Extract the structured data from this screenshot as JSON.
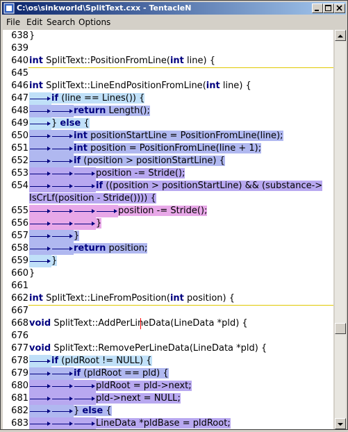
{
  "window": {
    "title": "C:\\os\\sinkworld\\SplitText.cxx - TentacleN"
  },
  "menu": {
    "file": "File",
    "edit": "Edit",
    "search": "Search",
    "options": "Options"
  },
  "editor": {
    "lines": [
      {
        "n": "638",
        "t": "}"
      },
      {
        "n": "639",
        "t": ""
      },
      {
        "n": "640",
        "t": "int SplitText::PositionFromLine(int line) {"
      },
      {
        "n": "645",
        "t": ""
      },
      {
        "n": "646",
        "t": "int SplitText::LineEndPositionFromLine(int line) {"
      },
      {
        "n": "647",
        "t": "if (line == Lines()) {"
      },
      {
        "n": "648",
        "t": "return Length();"
      },
      {
        "n": "649",
        "t": "} else {"
      },
      {
        "n": "650",
        "t": "int positionStartLine = PositionFromLine(line);"
      },
      {
        "n": "651",
        "t": "int position = PositionFromLine(line + 1);"
      },
      {
        "n": "652",
        "t": "if (position > positionStartLine) {"
      },
      {
        "n": "653",
        "t": "position -= Stride();"
      },
      {
        "n": "654",
        "t": "if ((position > positionStartLine) && (substance->"
      },
      {
        "n": "",
        "t": "IsCrLf(position - Stride()))) {"
      },
      {
        "n": "655",
        "t": "position -= Stride();"
      },
      {
        "n": "656",
        "t": "}"
      },
      {
        "n": "657",
        "t": "}"
      },
      {
        "n": "658",
        "t": "return position;"
      },
      {
        "n": "659",
        "t": "}"
      },
      {
        "n": "660",
        "t": "}"
      },
      {
        "n": "661",
        "t": ""
      },
      {
        "n": "662",
        "t": "int SplitText::LineFromPosition(int position) {"
      },
      {
        "n": "667",
        "t": ""
      },
      {
        "n": "668",
        "t": "void SplitText::AddPerLineData(LineData *pld) {"
      },
      {
        "n": "676",
        "t": ""
      },
      {
        "n": "677",
        "t": "void SplitText::RemovePerLineData(LineData *pld) {"
      },
      {
        "n": "678",
        "t": "if (pldRoot != NULL) {"
      },
      {
        "n": "679",
        "t": "if (pldRoot == pld) {"
      },
      {
        "n": "680",
        "t": "pldRoot = pld->next;"
      },
      {
        "n": "681",
        "t": "pld->next = NULL;"
      },
      {
        "n": "682",
        "t": "} else {"
      },
      {
        "n": "683",
        "t": "LineData *pldBase = pldRoot;"
      }
    ]
  },
  "colors": {
    "titlebar_start": "#0a246a",
    "titlebar_end": "#a6caf0",
    "keyword": "#00007f"
  },
  "icons": {
    "app": "app-icon",
    "minimize": "minimize-icon",
    "maximize": "maximize-icon",
    "close": "close-icon"
  }
}
